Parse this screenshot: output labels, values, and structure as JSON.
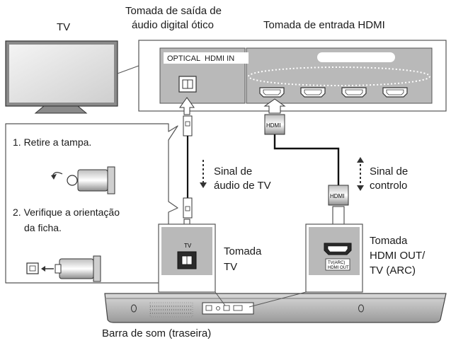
{
  "labels": {
    "tv": "TV",
    "optical_out_line1": "Tomada de saída de",
    "optical_out_line2": "áudio digital ótico",
    "hdmi_in_title": "Tomada de entrada HDMI",
    "panel_optical": "OPTICAL",
    "panel_hdmi_in": "HDMI IN",
    "step1": "1. Retire a tampa.",
    "step2_line1": "2. Verifique a orientação",
    "step2_line2": "da ficha.",
    "audio_signal_line1": "Sinal de",
    "audio_signal_line2": "áudio de TV",
    "control_signal_line1": "Sinal de",
    "control_signal_line2": "controlo",
    "hdmi_plug_top": "HDMI",
    "hdmi_plug_bottom": "HDMI",
    "tv_jack_small": "TV",
    "tv_jack_line1": "Tomada",
    "tv_jack_line2": "TV",
    "hdmi_out_line1": "Tomada",
    "hdmi_out_line2": "HDMI OUT/",
    "hdmi_out_line3": "TV (ARC)",
    "hdmi_out_small_line1": "TV(ARC)",
    "hdmi_out_small_line2": "HDMI OUT",
    "soundbar": "Barra de som (traseira)"
  }
}
